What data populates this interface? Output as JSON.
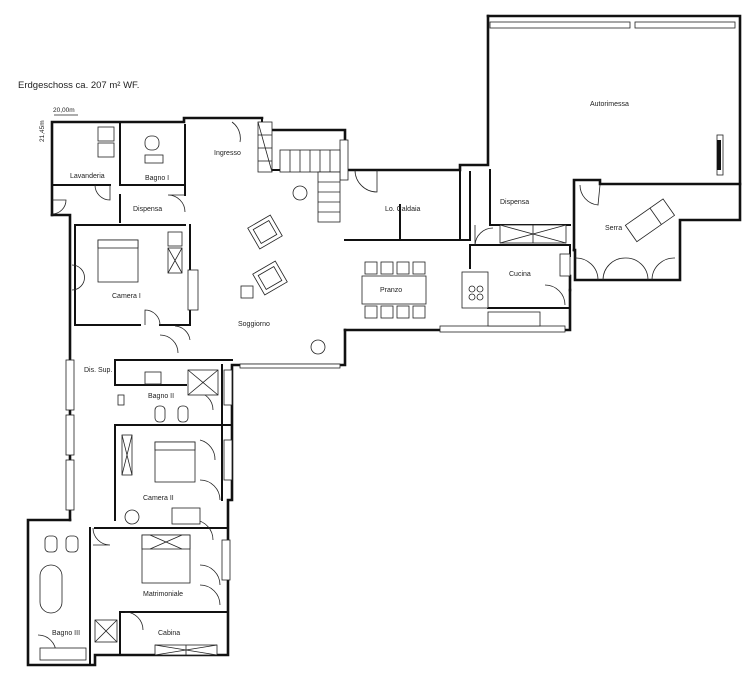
{
  "header": {
    "title": "Erdgeschoss ca. 207 m² WF."
  },
  "dimensions": {
    "width_label": "20,00m",
    "height_label": "21,45m"
  },
  "rooms": {
    "lavanderia": "Lavanderia",
    "bagno_1": "Bagno I",
    "dispensa_1": "Dispensa",
    "ingresso": "Ingresso",
    "camera_1": "Camera I",
    "soggiorno": "Soggiorno",
    "lo_caldaia": "Lo. Caldaia",
    "dispensa_2": "Dispensa",
    "autorimessa": "Autorimessa",
    "serra": "Serra",
    "pranzo": "Pranzo",
    "cucina": "Cucina",
    "dis_sup": "Dis. Sup.",
    "bagno_2": "Bagno II",
    "camera_2": "Camera II",
    "matrimoniale": "Matrimoniale",
    "bagno_3": "Bagno III",
    "cabina": "Cabina"
  }
}
